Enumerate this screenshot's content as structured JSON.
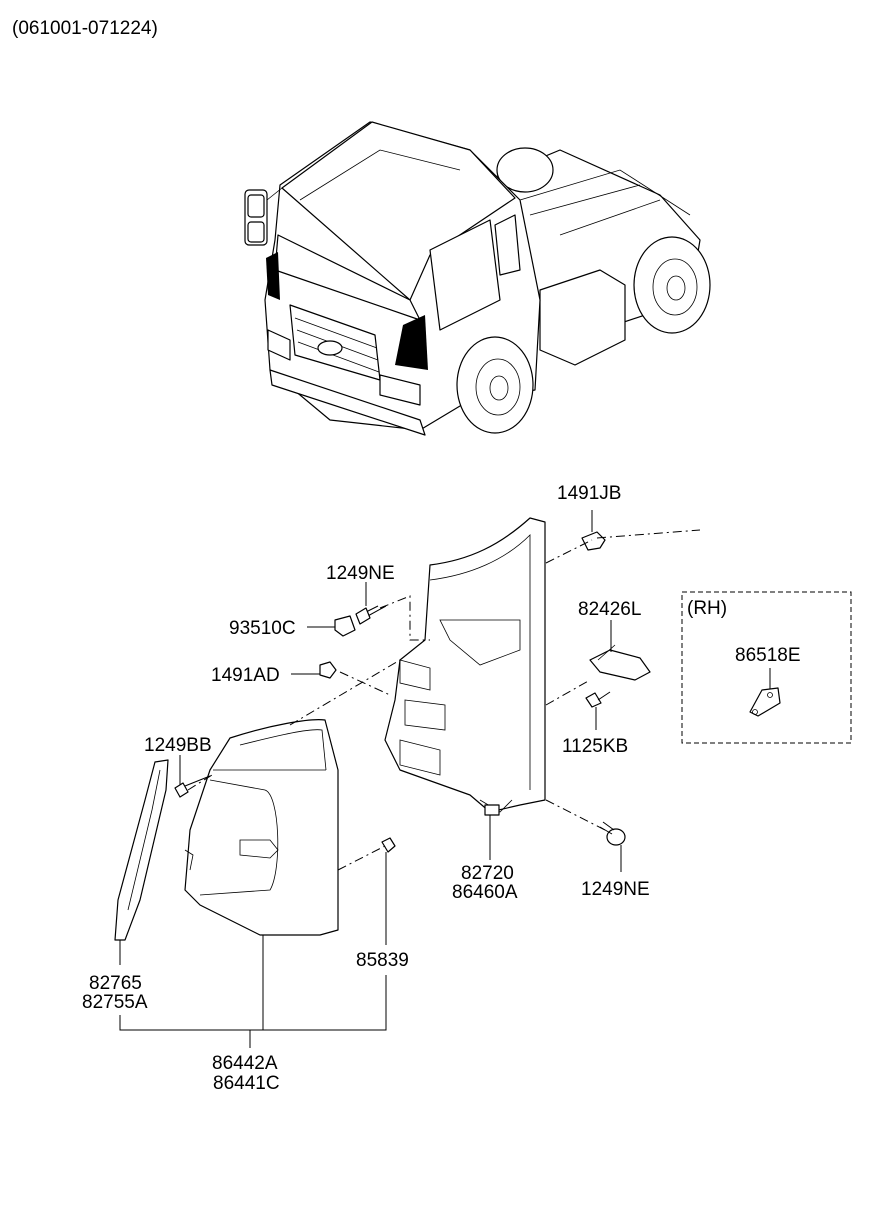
{
  "header": {
    "date_range": "(061001-071224)"
  },
  "inset": {
    "side_label": "(RH)",
    "part": "86518E"
  },
  "labels": {
    "p1491JB": "1491JB",
    "p1249NE_top": "1249NE",
    "p93510C": "93510C",
    "p1491AD": "1491AD",
    "p1249BB": "1249BB",
    "p82426L": "82426L",
    "p1125KB": "1125KB",
    "p82720": "82720",
    "p86460A": "86460A",
    "p1249NE_bottom": "1249NE",
    "p85839": "85839",
    "p82765": "82765",
    "p82755A": "82755A",
    "p86442A": "86442A",
    "p86441C": "86441C"
  }
}
